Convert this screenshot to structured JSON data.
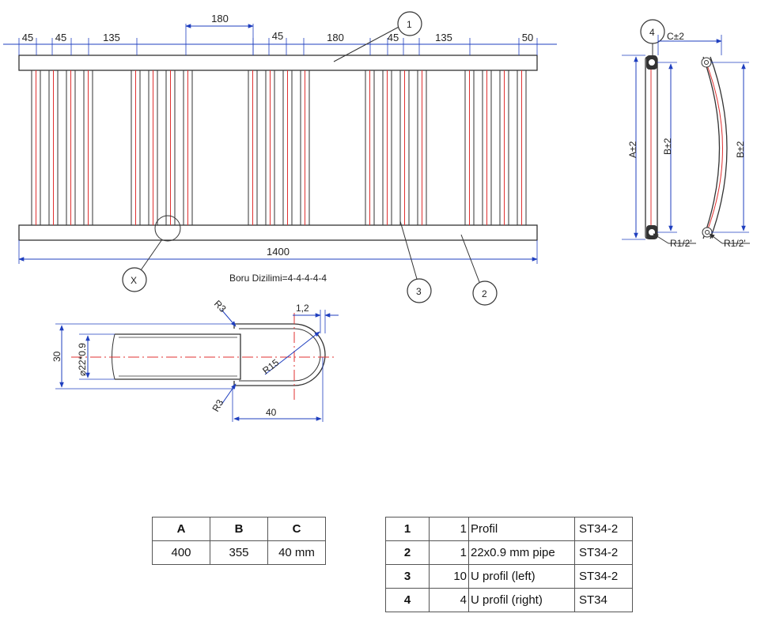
{
  "front_view": {
    "top_dims": [
      "45",
      "45",
      "135",
      "180",
      "45",
      "180",
      "45",
      "135",
      "50"
    ],
    "overall_width": "1400",
    "tube_arrangement": "Boru Dizilimi=4-4-4-4-4",
    "callouts": [
      "1",
      "2",
      "3",
      "X"
    ]
  },
  "side_view": {
    "callout": "4",
    "dim_c": "C±2",
    "dim_a": "A±2",
    "dim_b_left": "B±2",
    "dim_b_right": "B±2",
    "thread_left": "R1/2'",
    "thread_right": "R1/2'"
  },
  "detail_view": {
    "r3_top": "R3",
    "r3_bottom": "R3",
    "r15": "R15",
    "wall": "1,2",
    "height": "30",
    "pipe": "⌀22*0.9",
    "length": "40"
  },
  "dims_table": {
    "headers": [
      "A",
      "B",
      "C"
    ],
    "values": [
      "400",
      "355",
      "40 mm"
    ]
  },
  "parts_table": {
    "rows": [
      {
        "no": "1",
        "qty": "1",
        "desc": "Profil",
        "material": "ST34-2"
      },
      {
        "no": "2",
        "qty": "1",
        "desc": "22x0.9 mm pipe",
        "material": "ST34-2"
      },
      {
        "no": "3",
        "qty": "10",
        "desc": "U profil (left)",
        "material": "ST34-2"
      },
      {
        "no": "4",
        "qty": "4",
        "desc": "U profil (right)",
        "material": "ST34"
      }
    ]
  },
  "colors": {
    "outline": "#333333",
    "dimension": "#1f3fbf",
    "centerline": "#e03030"
  }
}
